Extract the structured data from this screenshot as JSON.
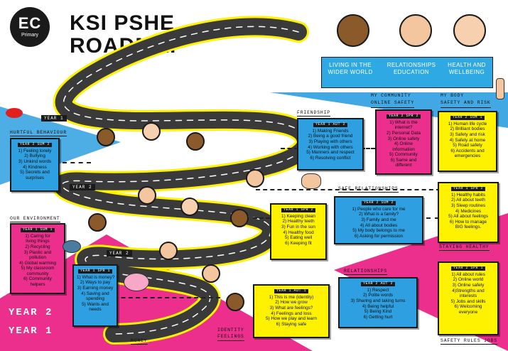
{
  "logo": {
    "initials": "EC",
    "sub": "Primary"
  },
  "title": {
    "line1": "KSI PSHE",
    "line2": "ROADMAP"
  },
  "categories": [
    {
      "label": "LIVING IN THE\nWIDER WORLD"
    },
    {
      "label": "RELATIONSHIPS\nEDUCATION"
    },
    {
      "label": "HEALTH AND\nWELLBEING"
    }
  ],
  "years": {
    "y1": "YEAR 1",
    "y2": "YEAR 2",
    "big2": "YEAR 2",
    "big1": "YEAR 1"
  },
  "boxes": {
    "hurtful": {
      "section": "HURTFUL BEHAVIOUR",
      "tag": "YEAR 2 SUM 2",
      "items": [
        "1) Feeling lonely",
        "2) Bullying",
        "3) Unkind words",
        "4) Kindness",
        "5) Secrets and",
        "surprises"
      ]
    },
    "friendship": {
      "section": "FRIENDSHIP",
      "tag": "YEAR 1 AUT 2",
      "items": [
        "1) Making Friends",
        "2) Being a good friend",
        "3) Playing with others",
        "4) Working with others",
        "5) Manners and respect",
        "6) Resolving conflict"
      ]
    },
    "community": {
      "section": "MY COMMUNITY\nONLINE SAFETY",
      "tag": "YEAR 2 SPR 2",
      "items": [
        "1) What is the",
        "internet?",
        "2) Personal Data",
        "3) Online safety",
        "4) Online",
        "information",
        "5) Community",
        "6) Same and",
        "different"
      ]
    },
    "body": {
      "section": "MY BODY\nSAFETY AND RISK",
      "tag": "YEAR 2 SUM 1",
      "items": [
        "1) Human life cycle",
        "2) Brilliant bodies",
        "3) Safety and risk",
        "4) Safety at home",
        "5) Road safety",
        "6) Accidents and",
        "emergencies"
      ]
    },
    "environment": {
      "section": "OUR ENVIRONMENT",
      "tag": "YEAR 1 SUM 1",
      "items": [
        "1) Caring for",
        "living things",
        "2) Recycling",
        "3) Plastic and",
        "pollution",
        "4) Global warming",
        "5) My classroom",
        "community",
        "6) Community",
        "helpers"
      ]
    },
    "keeping": {
      "section": "",
      "tag": "YEAR 1 SPR 2",
      "items": [
        "1) Keeping clean",
        "2) Healthy teeth",
        "3) Fun in the sun",
        "4) Healthy food",
        "5) Eating well",
        "6) Keeping fit"
      ]
    },
    "safe": {
      "section": "SAFE RELATIONSHIPS",
      "tag": "YEAR 2 SUM 2",
      "items": [
        "1) People who care for me",
        "2) What is a family?",
        "3) Family and me",
        "4) All about bodies",
        "5) My body belongs to me",
        "6) Asking for permission"
      ]
    },
    "healthy": {
      "section": "STAYING HEALTHY",
      "tag": "YEAR 1 SPR 2",
      "items": [
        "1) Healthy habits",
        "2) All about teeth",
        "3) Sleep routines",
        "4) Medicines",
        "5) All about feelings",
        "6) How to manage",
        "BIG feelings."
      ]
    },
    "money": {
      "section": "MONEY",
      "tag": "YEAR 1 SPR 1",
      "items": [
        "1) What is money?",
        "2) Ways to pay",
        "3) Earning money",
        "4) Saving and",
        "spending",
        "5) Wants and",
        "needs"
      ]
    },
    "identity": {
      "section": "IDENTITY\nFEELINGS",
      "tag": "YEAR 1 AUT 1",
      "items": [
        "1) This is me (identity)",
        "2) How we grow",
        "3) What are feelings?",
        "4) Feelings and loss",
        "5) How we play and learn",
        "6) Staying safe"
      ]
    },
    "relationships": {
      "section": "RELATIONSHIPS",
      "tag": "YEAR 2 AUT 2",
      "items": [
        "1) Respect",
        "2) Polite words",
        "3) Sharing and taking turns",
        "4) Being helpful",
        "5) Being Kind",
        "6) Getting hurt"
      ]
    },
    "rules": {
      "section": "SAFETY RULES JOBS",
      "tag": "YEAR 2 SPR 1",
      "items": [
        "1) All about rules",
        "2) Online world",
        "3) Online safety",
        "4)Strengths and",
        "interests",
        "5) Jobs and skills",
        "6) Welcoming",
        "everyone"
      ]
    }
  },
  "colors": {
    "yellow": "#fff200",
    "pink": "#ec2f8c",
    "blue": "#2e9fe0",
    "road": "#3a3a3a"
  }
}
